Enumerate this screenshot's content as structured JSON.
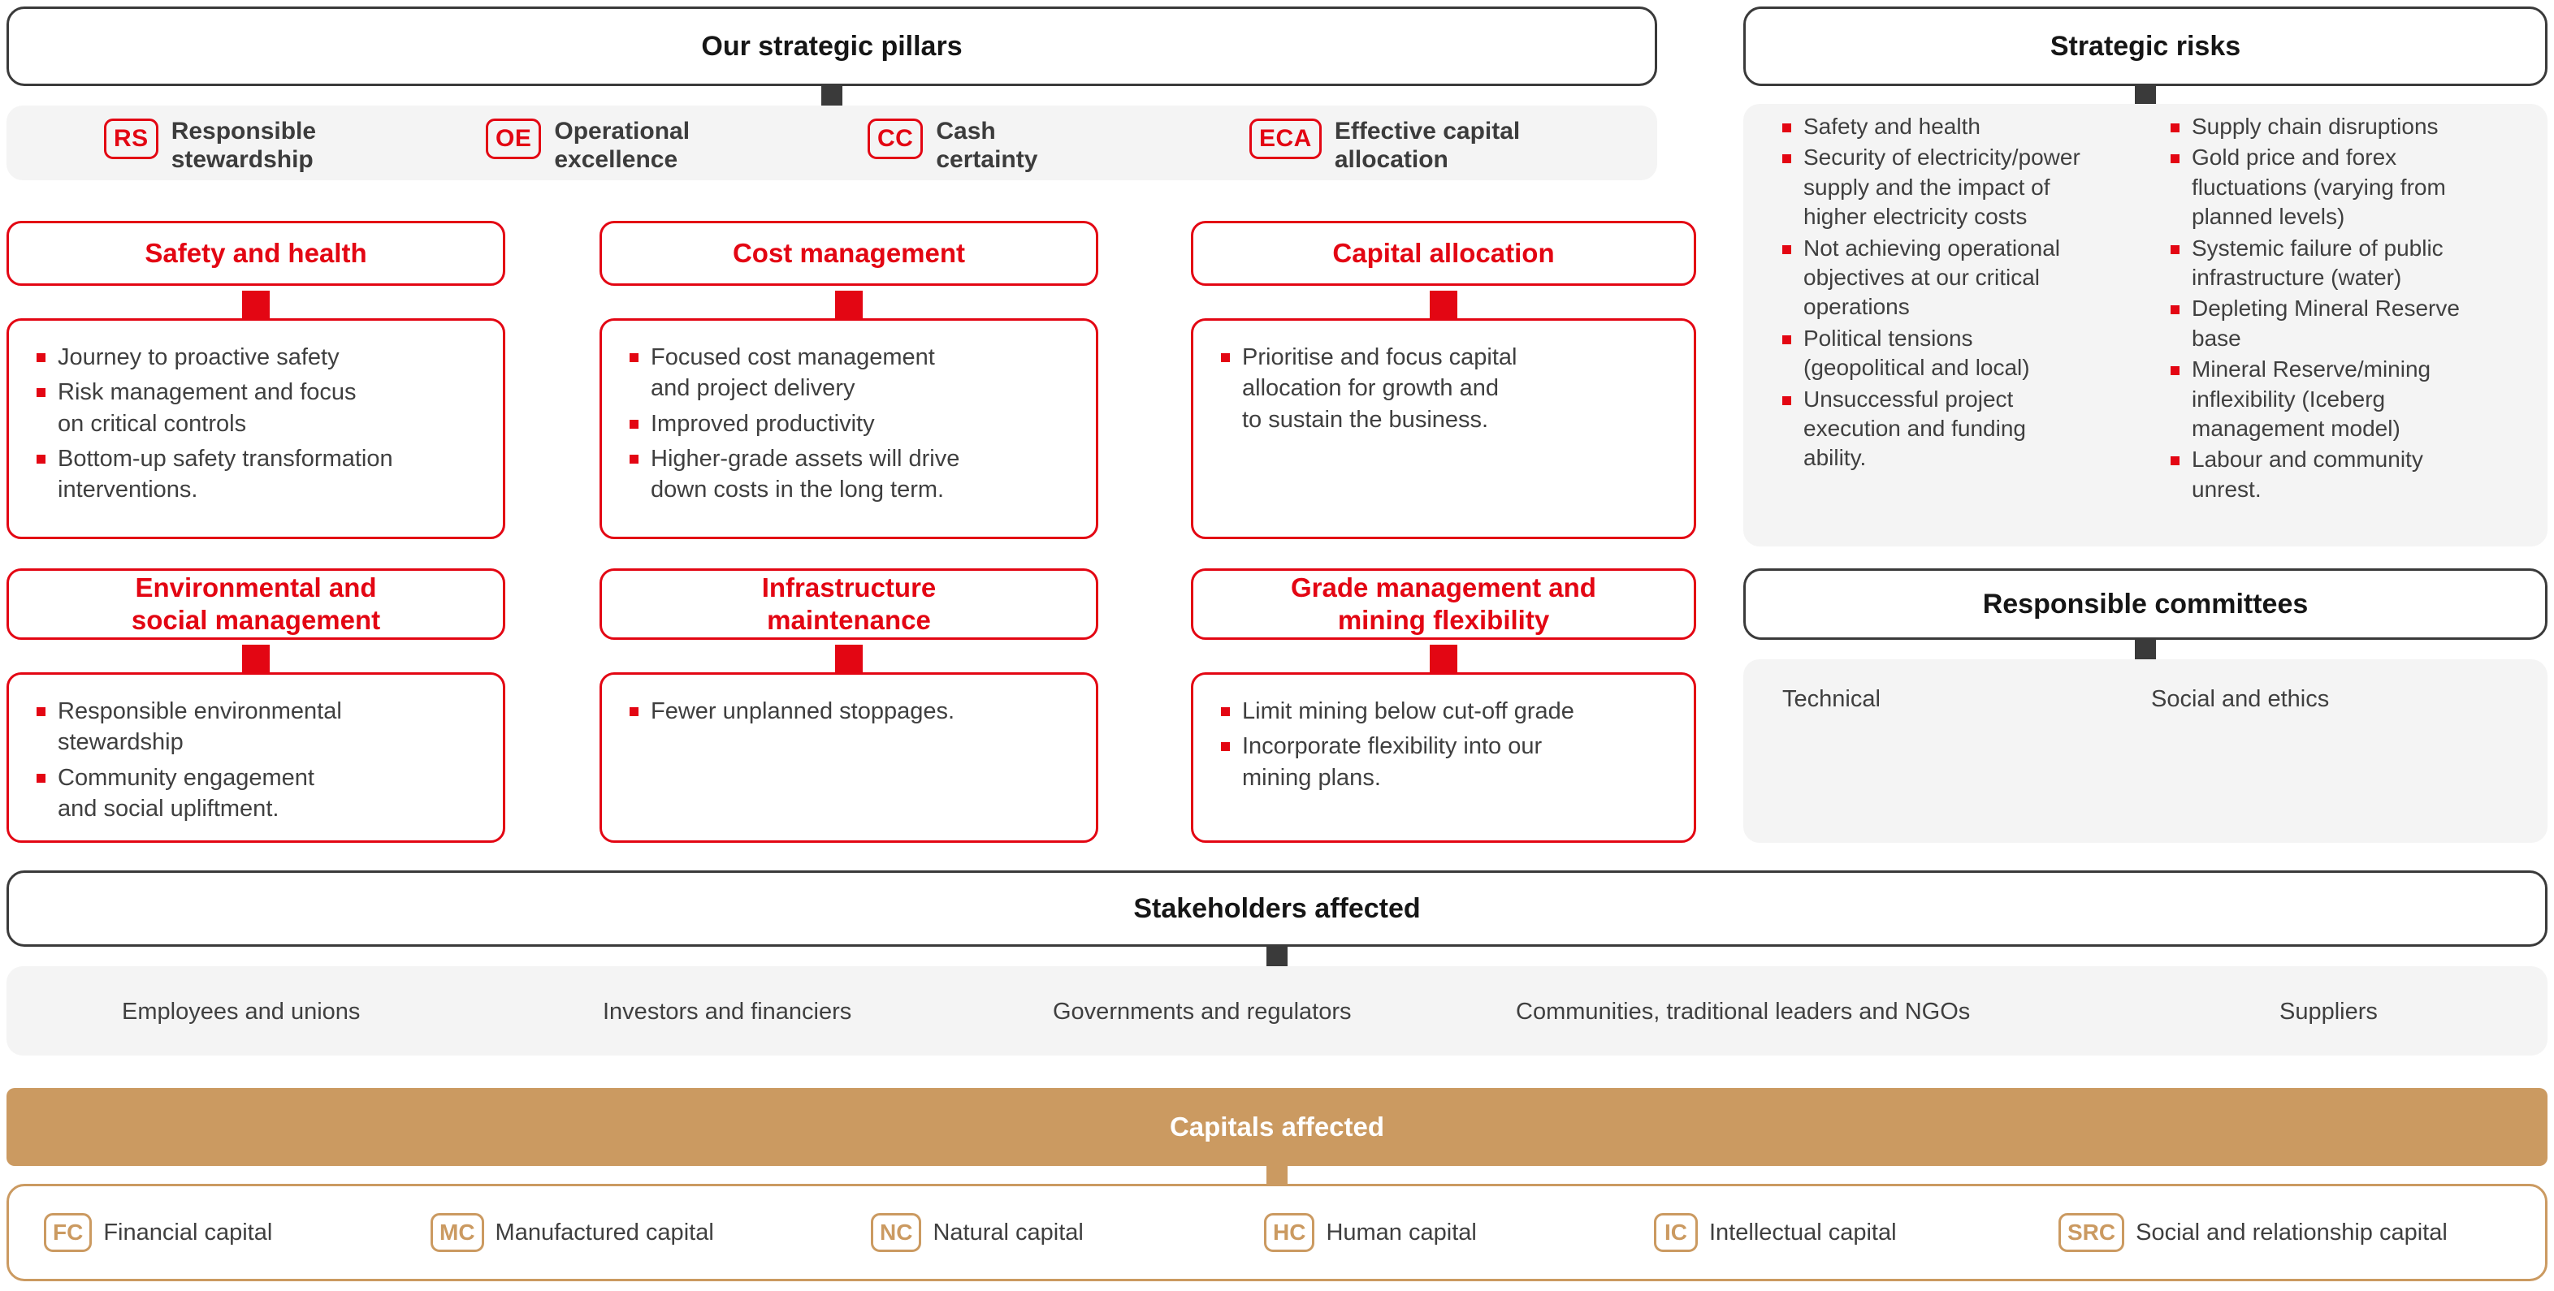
{
  "pillars_header": {
    "title": "Our strategic pillars",
    "items": [
      {
        "code": "RS",
        "label": "Responsible\nstewardship"
      },
      {
        "code": "OE",
        "label": "Operational\nexcellence"
      },
      {
        "code": "CC",
        "label": "Cash\ncertainty"
      },
      {
        "code": "ECA",
        "label": "Effective capital\nallocation"
      }
    ]
  },
  "strategy_cards": [
    {
      "title": "Safety and health",
      "bullets": [
        "Journey to proactive safety",
        "Risk management and focus\non critical controls",
        "Bottom-up safety transformation\ninterventions."
      ]
    },
    {
      "title": "Cost management",
      "bullets": [
        "Focused cost management\nand project delivery",
        "Improved productivity",
        "Higher-grade assets will drive\ndown costs in the long term."
      ]
    },
    {
      "title": "Capital allocation",
      "bullets": [
        "Prioritise and focus capital\nallocation for growth and\nto sustain the business."
      ]
    },
    {
      "title": "Environmental and\nsocial management",
      "bullets": [
        "Responsible environmental\nstewardship",
        "Community engagement\nand social upliftment."
      ]
    },
    {
      "title": "Infrastructure\nmaintenance",
      "bullets": [
        "Fewer unplanned stoppages."
      ]
    },
    {
      "title": "Grade management and\nmining flexibility",
      "bullets": [
        "Limit mining below cut-off grade",
        "Incorporate flexibility into our\nmining plans."
      ]
    }
  ],
  "risks": {
    "title": "Strategic risks",
    "column_left": [
      "Safety and health",
      "Security of electricity/power\nsupply and the impact of\nhigher electricity costs",
      "Not achieving operational\nobjectives at our critical\noperations",
      "Political tensions\n(geopolitical and local)",
      "Unsuccessful project\nexecution and funding\nability."
    ],
    "column_right": [
      "Supply chain disruptions",
      "Gold price and forex\nfluctuations (varying from\nplanned levels)",
      "Systemic failure of public\ninfrastructure (water)",
      "Depleting Mineral Reserve\nbase",
      "Mineral Reserve/mining\ninflexibility (Iceberg\nmanagement model)",
      "Labour and community\nunrest."
    ]
  },
  "committees": {
    "title": "Responsible committees",
    "items": [
      "Technical",
      "Social and ethics"
    ]
  },
  "stakeholders": {
    "title": "Stakeholders affected",
    "items": [
      "Employees and unions",
      "Investors and financiers",
      "Governments and regulators",
      "Communities, traditional leaders and NGOs",
      "Suppliers"
    ]
  },
  "capitals": {
    "title": "Capitals affected",
    "items": [
      {
        "code": "FC",
        "label": "Financial capital"
      },
      {
        "code": "MC",
        "label": "Manufactured capital"
      },
      {
        "code": "NC",
        "label": "Natural capital"
      },
      {
        "code": "HC",
        "label": "Human capital"
      },
      {
        "code": "IC",
        "label": "Intellectual capital"
      },
      {
        "code": "SRC",
        "label": "Social and relationship capital"
      }
    ]
  },
  "colors": {
    "red": "#e30613",
    "dark": "#3a3a3a",
    "tan": "#cb9a61",
    "panel": "#f4f4f4"
  }
}
